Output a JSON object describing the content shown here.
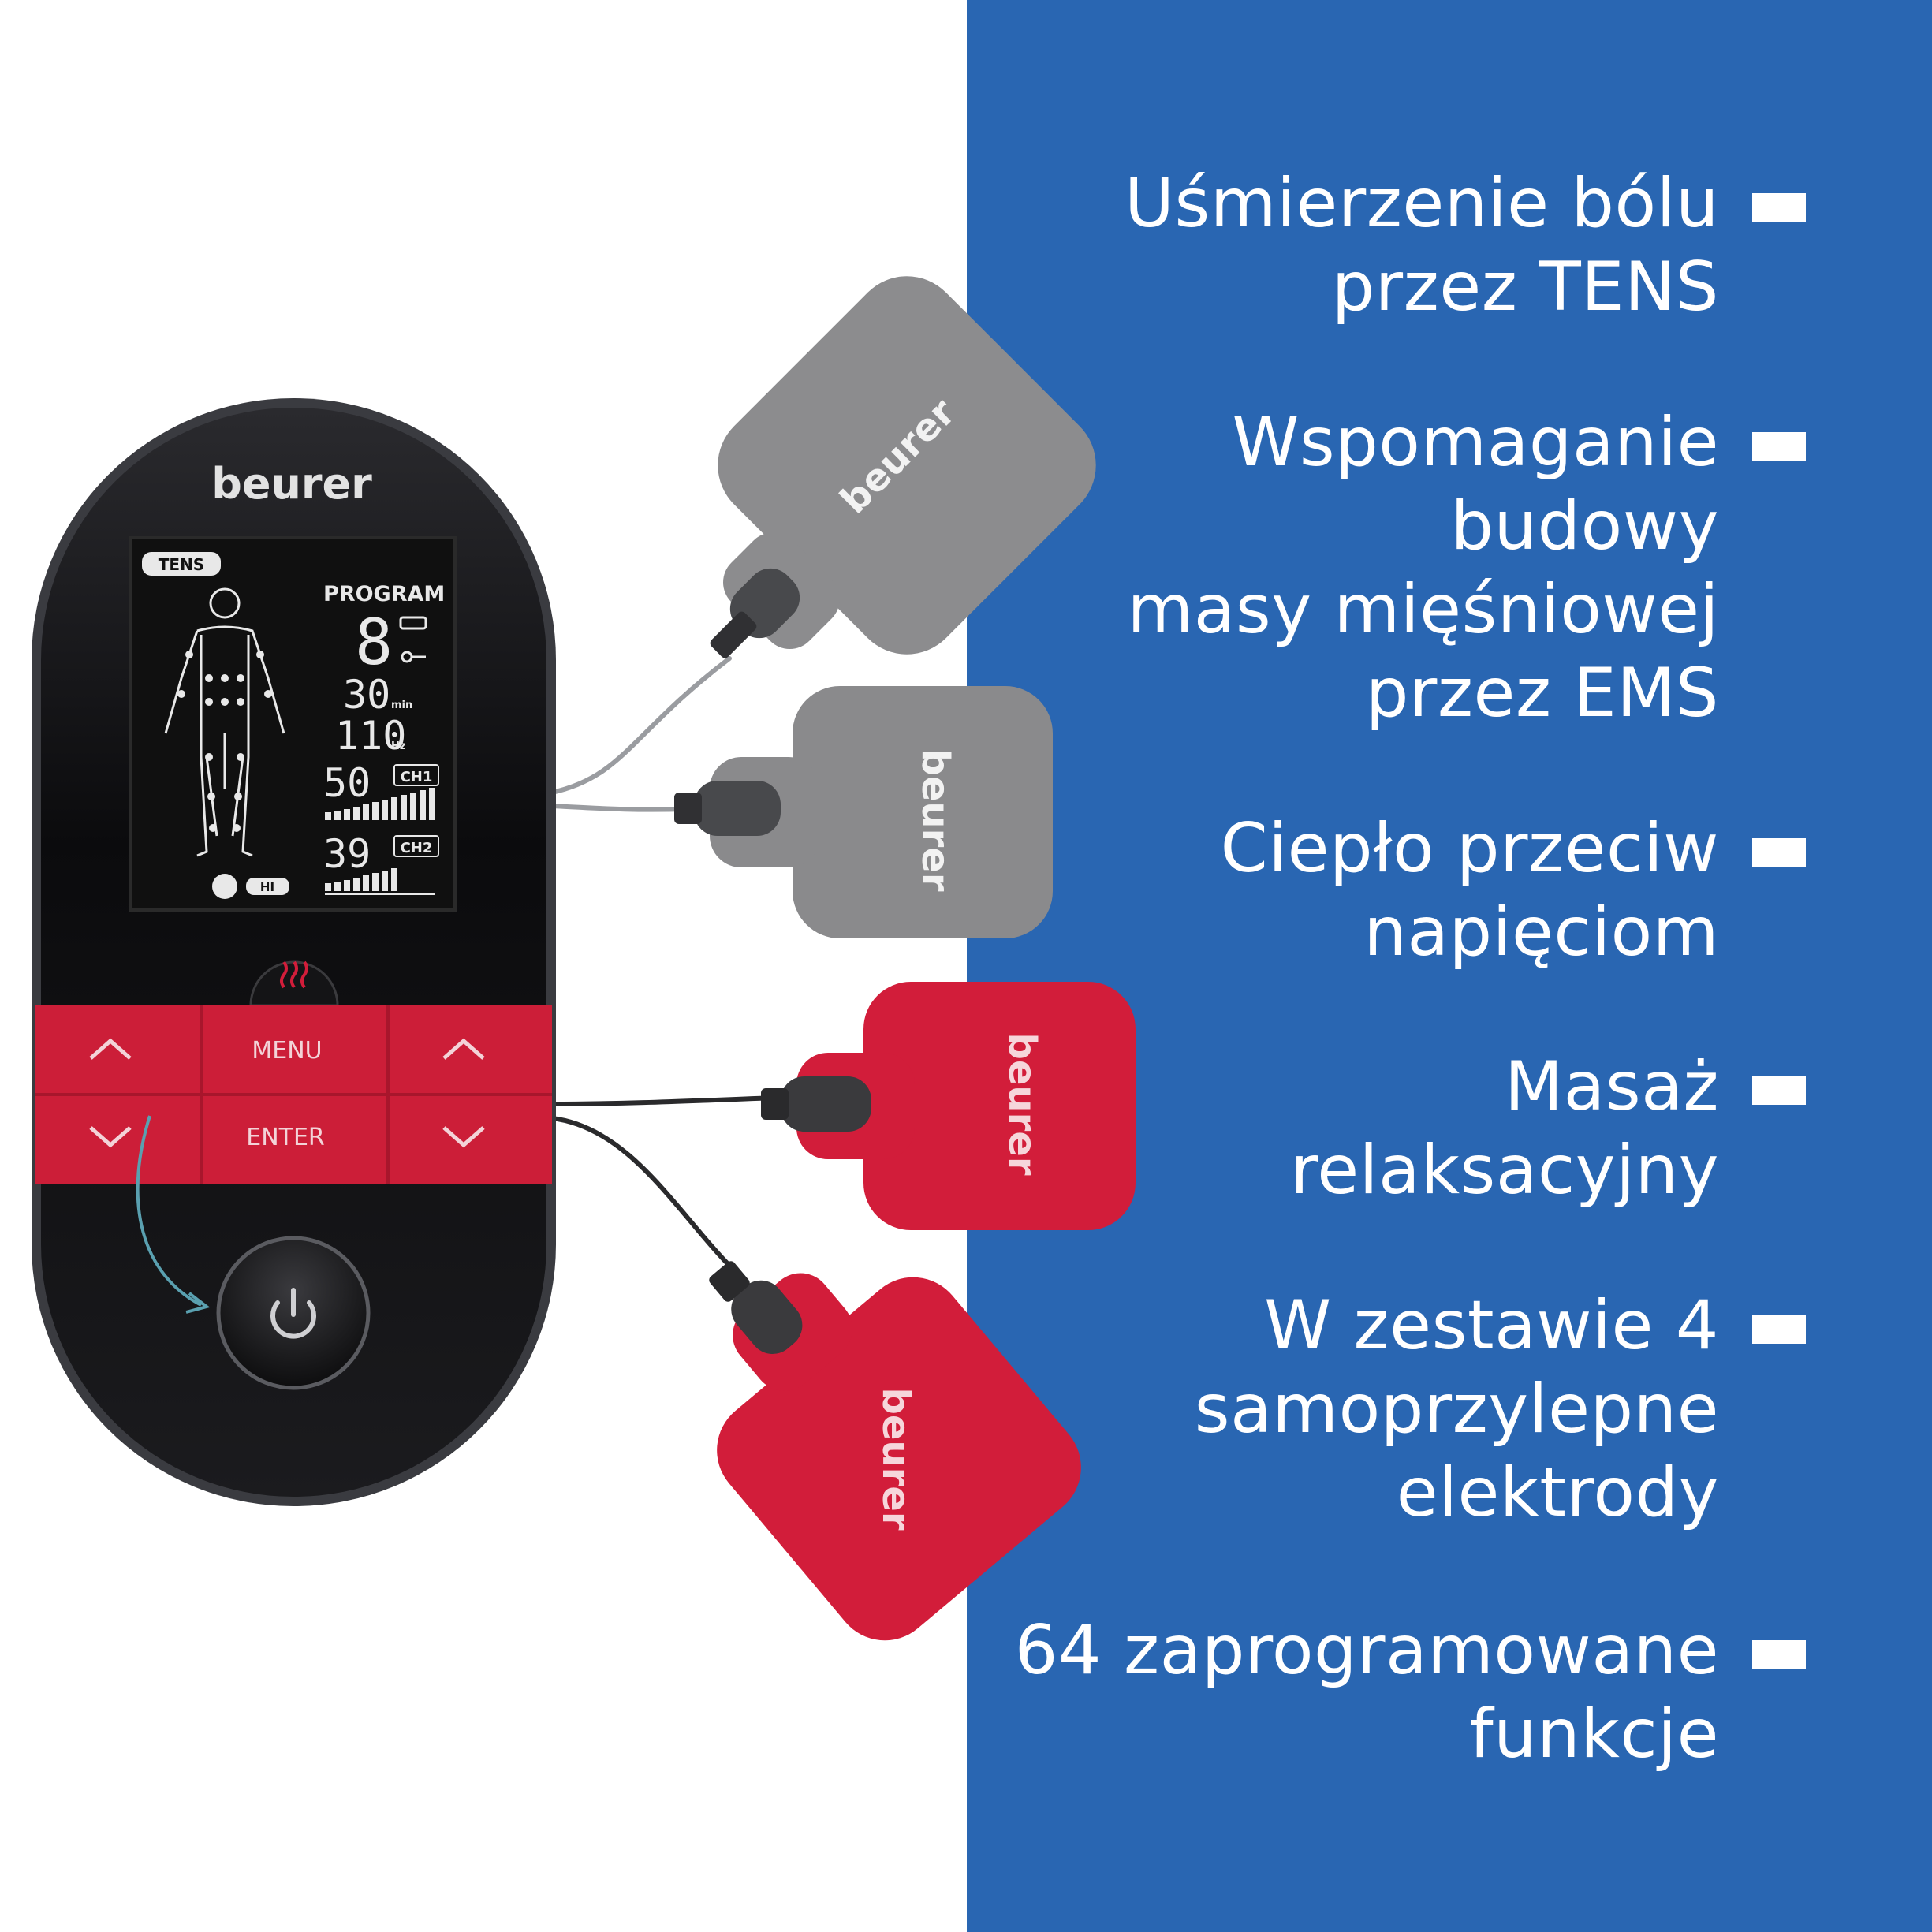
{
  "colors": {
    "panel_blue": "#2966b2",
    "device_red": "#cc1e38",
    "device_black": "#0d0d0f",
    "pad_grey": "#8a8a8c",
    "pad_red": "#d21d3a"
  },
  "device": {
    "brand": "beurer",
    "buttons": {
      "menu": "MENU",
      "enter": "ENTER"
    },
    "icons": [
      "heat-icon",
      "up-arrow-icon",
      "down-arrow-icon",
      "power-icon"
    ],
    "lcd": {
      "mode_badge": "TENS",
      "program_label": "PROGRAM",
      "program_value": "8",
      "time_value": "30",
      "time_unit": "min",
      "frequency_value": "110",
      "frequency_unit": "Hz",
      "ch1_value": "50",
      "ch1_label": "CH1",
      "ch2_value": "39",
      "ch2_label": "CH2",
      "heat_level": "HI"
    }
  },
  "pads": {
    "brand": "beurer",
    "count": 4
  },
  "features": [
    {
      "lines": [
        "Uśmierzenie bólu",
        "przez TENS"
      ]
    },
    {
      "lines": [
        "Wspomaganie",
        "budowy",
        "masy mięśniowej",
        "przez EMS"
      ]
    },
    {
      "lines": [
        "Ciepło przeciw",
        "napięciom"
      ]
    },
    {
      "lines": [
        "Masaż",
        "relaksacyjny"
      ]
    },
    {
      "lines": [
        "W zestawie 4",
        "samoprzylepne",
        "elektrody"
      ]
    },
    {
      "lines": [
        "64 zaprogramowane",
        "funkcje"
      ]
    }
  ]
}
